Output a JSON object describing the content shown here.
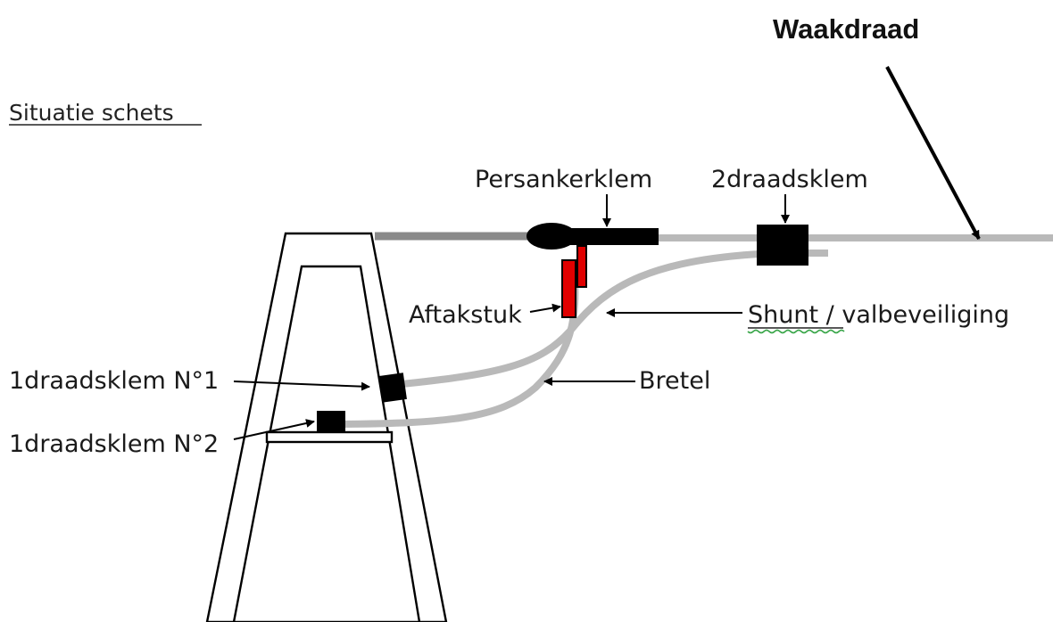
{
  "title": "Waakdraad",
  "subtitle": "Situatie schets",
  "labels": {
    "persankerklem": "Persankerklem",
    "tweedraadsklem": "2draadsklem",
    "aftakstuk": "Aftakstuk",
    "shunt_word": "Shunt",
    "slash": "/",
    "valbeveiliging": "valbeveiliging",
    "bretel": "Bretel",
    "eendraadsklem1": "1draadsklem N°1",
    "eendraadsklem2": "1draadsklem N°2"
  },
  "colors": {
    "wire_light": "#b9b9b9",
    "wire_dark": "#8a8a8a",
    "clamp": "#000000",
    "aftakstuk": "#e00000",
    "underline_green": "#3aa64a",
    "outline": "#000000"
  }
}
